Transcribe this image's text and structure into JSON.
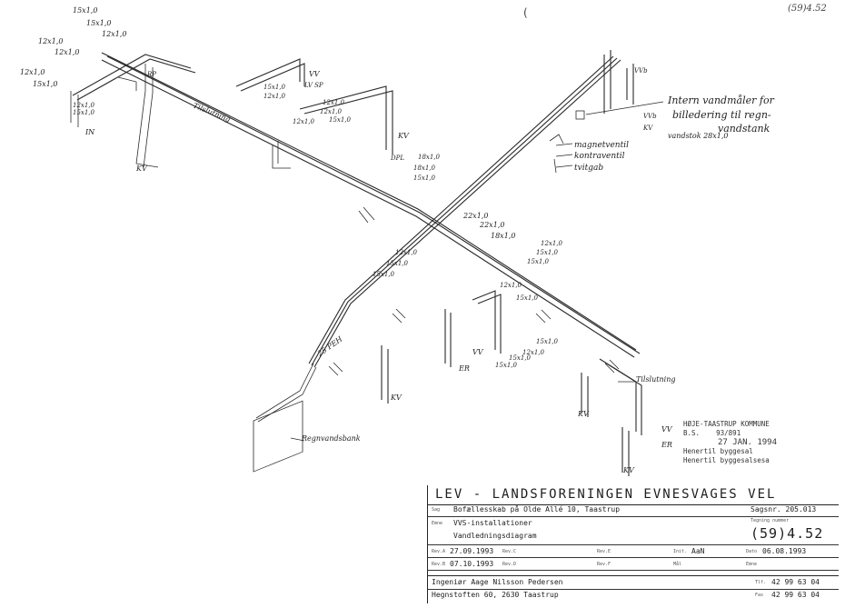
{
  "sheet_ref": "(59)4.52",
  "top_mark": "(",
  "pipe_labels": [
    "15x1,0",
    "15x1,0",
    "12x1,0",
    "12x1,0",
    "12x1,0",
    "12x1,0",
    "15x1,0",
    "12x1,0",
    "15x1,0",
    "15x1,0",
    "12x1,0",
    "12x1,0",
    "12x1,0",
    "15x1,0",
    "18x1,0",
    "18x1,0",
    "15x1,0",
    "22x1,0",
    "22x1,0",
    "18x1,0",
    "12x1,0",
    "15x1,0",
    "15x1,0",
    "12x1,0",
    "15x1,0",
    "15x1,0",
    "12x1,0",
    "15x1,0",
    "15x1,0",
    "12x1,0",
    "15x1,0",
    "15x1,0",
    "12x1,0",
    "25 PEH"
  ],
  "fixture_labels": [
    "KV",
    "VV",
    "KV",
    "KV",
    "VV",
    "ER",
    "KV",
    "VV",
    "ER",
    "KV",
    "VVb",
    "VVb",
    "KV",
    "DPL",
    "LV SP",
    "RP",
    "IN"
  ],
  "annotations": {
    "intern_vandmaler": "Intern vandmåler for",
    "intern_vandmaler_2": "billedering til regn-",
    "intern_vandmaler_3": "vandstank",
    "vandstok": "vandstok 28x1,0",
    "magnetventil": "magnetventil",
    "kontraventil": "kontraventil",
    "tvitgab": "tvitgab",
    "tilslutning": "Tilslutning",
    "tilslutning_2": "Tilslutning",
    "regnvandsbank": "Regnvandsbank"
  },
  "stamp": {
    "line1": "HØJE-TAASTRUP KOMMUNE",
    "line2": "B.S.",
    "line2b": "93/891",
    "line3": "27 JAN. 1994",
    "line4": "Henertil byggesal",
    "line5": "Henertil byggesalsesa"
  },
  "title_block": {
    "heading": "LEV - LANDSFORENINGEN EVNESVAGES VEL",
    "project": "Bofællesskab på Olde Allé 10, Taastrup",
    "sag_label": "Sag",
    "sagsnr": "Sagsnr. 205.013",
    "subject_line1": "VVS-installationer",
    "subject_line2": "Vandledningsdiagram",
    "emne_label": "Emne",
    "tegning_label": "Tegning nummer",
    "drawing_number": "(59)4.52",
    "rev_date": "27.09.1993",
    "rev_date2": "07.10.1993",
    "rev_label1": "Rev.A",
    "rev_label2": "Rev.B",
    "revc_label": "Rev.C",
    "revd_label": "Rev.D",
    "reve_label": "Rev.E",
    "revf_label": "Rev.F",
    "init_label": "Init.",
    "initials": "AaN",
    "dato_label": "Dato",
    "date": "06.08.1993",
    "maal_label": "Mål",
    "emne2_label": "Emne",
    "engineer": "Ingeniør Aage Nilsson Pedersen",
    "address": "Hegnstoften 60, 2630 Taastrup",
    "tlf_label": "Tlf.",
    "phone": "42 99 63 04",
    "fax_label": "Fax",
    "fax": "42 99 63 04"
  }
}
